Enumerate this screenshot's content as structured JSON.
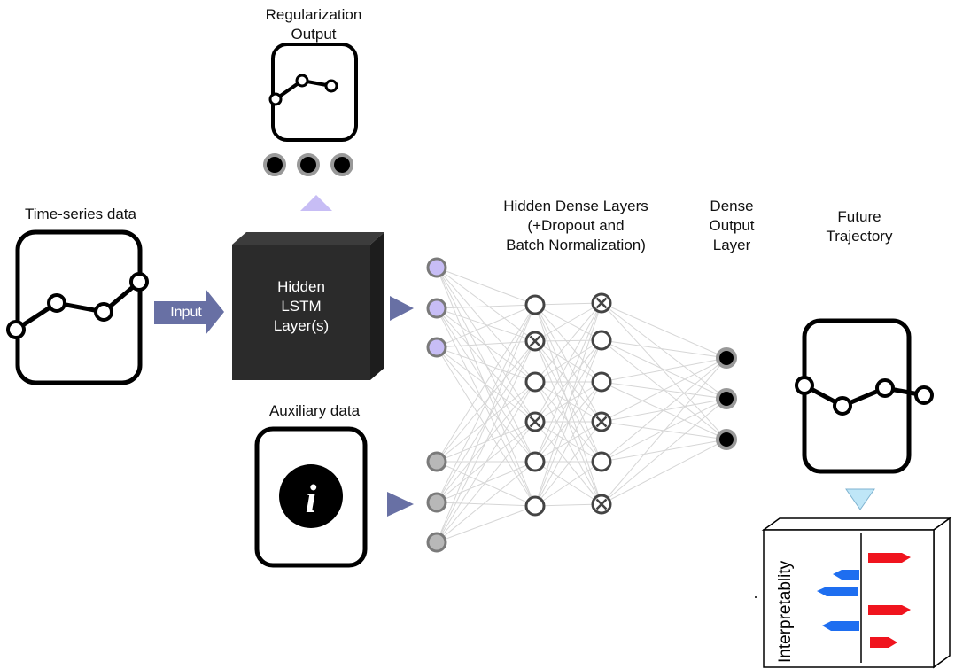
{
  "labels": {
    "regularization_output": [
      "Regularization",
      "Output"
    ],
    "time_series": "Time-series data",
    "input_arrow": "Input",
    "lstm": [
      "Hidden",
      "LSTM",
      "Layer(s)"
    ],
    "auxiliary": "Auxiliary data",
    "hidden_dense": [
      "Hidden Dense Layers",
      "(+Dropout and",
      "Batch Normalization)"
    ],
    "dense_output": [
      "Dense",
      "Output",
      "Layer"
    ],
    "future": [
      "Future",
      "Trajectory"
    ],
    "interpretability": "Interpretablity",
    "info_glyph": "i"
  },
  "colors": {
    "lstm_box": "#2b2b2b",
    "arrow": "#6870a4",
    "lstm_neuron": "#c7bdf5",
    "aux_neuron": "#b8b8b8",
    "reg_triangle": "#c7bdf5",
    "future_triangle": "#bfe6f7",
    "bar_positive": "#f0141e",
    "bar_negative": "#1e6ef0"
  },
  "icons": {
    "info": "info-icon",
    "dropout": "dropout-x-icon"
  }
}
